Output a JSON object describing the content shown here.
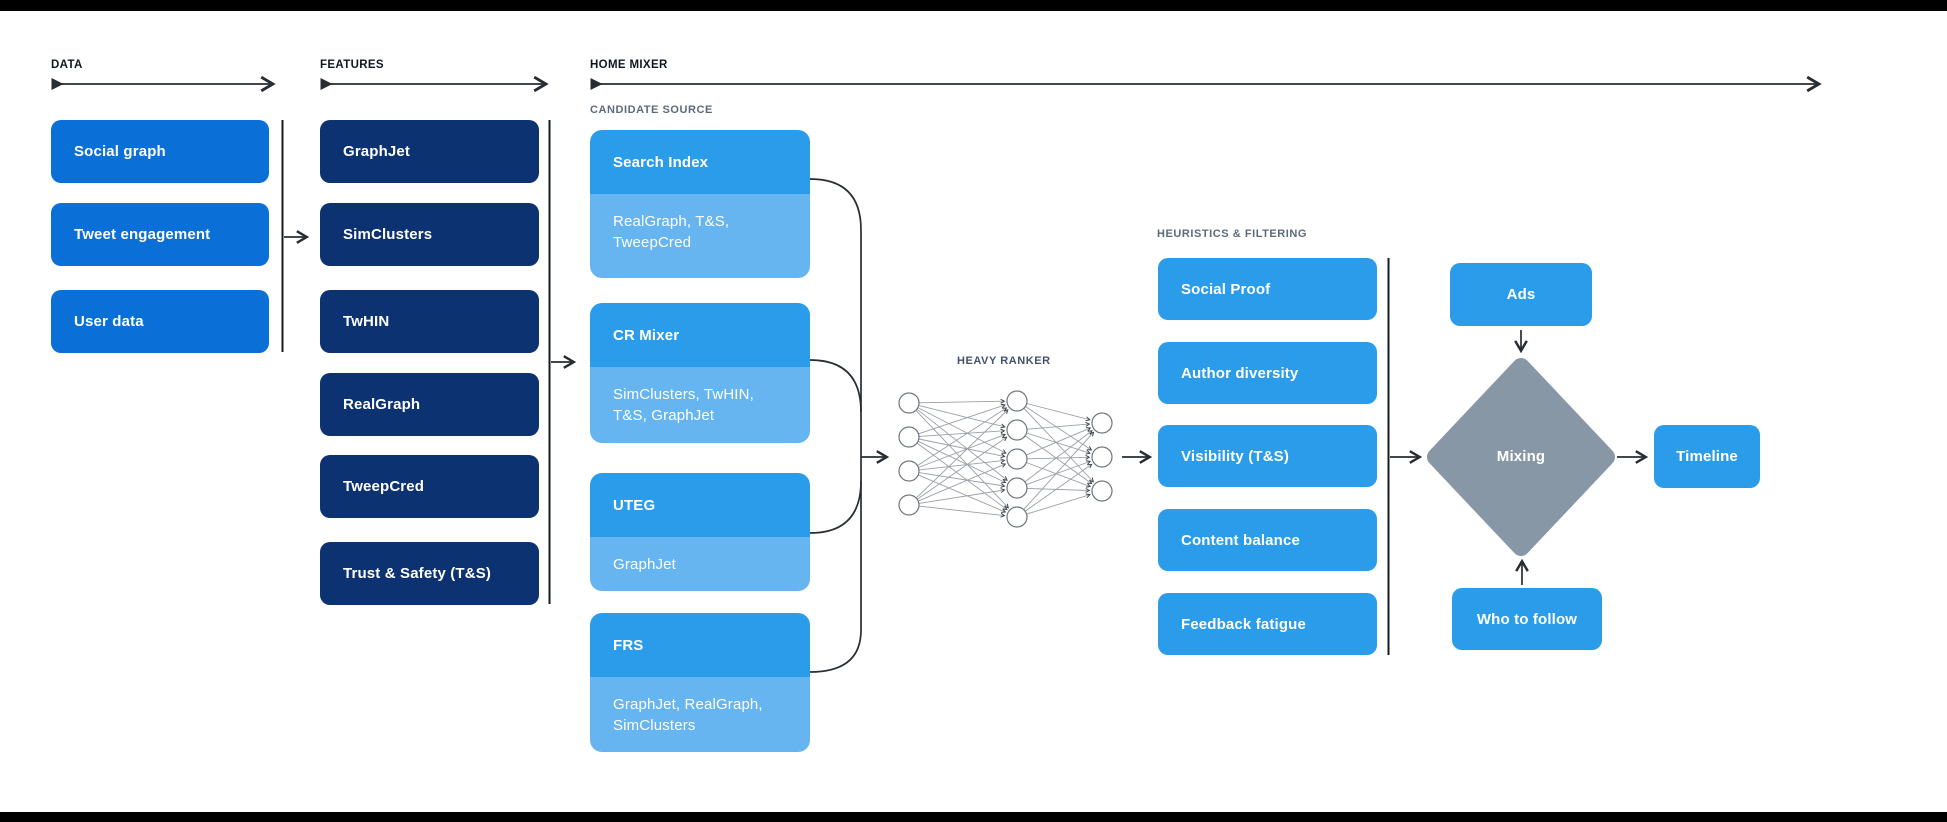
{
  "headers": {
    "data": "DATA",
    "features": "FEATURES",
    "home_mixer": "HOME MIXER",
    "candidate_source": "CANDIDATE SOURCE",
    "heavy_ranker": "HEAVY RANKER",
    "heuristics": "HEURISTICS & FILTERING"
  },
  "data_boxes": [
    "Social graph",
    "Tweet engagement",
    "User data"
  ],
  "feature_boxes": [
    "GraphJet",
    "SimClusters",
    "TwHIN",
    "RealGraph",
    "TweepCred",
    "Trust & Safety (T&S)"
  ],
  "candidate_sources": [
    {
      "title": "Search Index",
      "inputs": "RealGraph, T&S, TweepCred"
    },
    {
      "title": "CR Mixer",
      "inputs": "SimClusters, TwHIN, T&S, GraphJet"
    },
    {
      "title": "UTEG",
      "inputs": "GraphJet"
    },
    {
      "title": "FRS",
      "inputs": "GraphJet, RealGraph, SimClusters"
    }
  ],
  "heuristics_boxes": [
    "Social Proof",
    "Author diversity",
    "Visibility (T&S)",
    "Content balance",
    "Feedback fatigue"
  ],
  "mixing_stage": {
    "ads": "Ads",
    "mixing": "Mixing",
    "who_to_follow": "Who to follow",
    "timeline": "Timeline"
  },
  "heavy_ranker_network": {
    "layers": [
      4,
      5,
      3
    ]
  },
  "colors": {
    "data_blue": "#0b6fd8",
    "feature_navy": "#0d3272",
    "azure": "#2b9cea",
    "light_blue": "#66b4f0",
    "diamond_gray": "#8797a6",
    "line_dark": "#272d33",
    "bar_black": "#000000"
  }
}
